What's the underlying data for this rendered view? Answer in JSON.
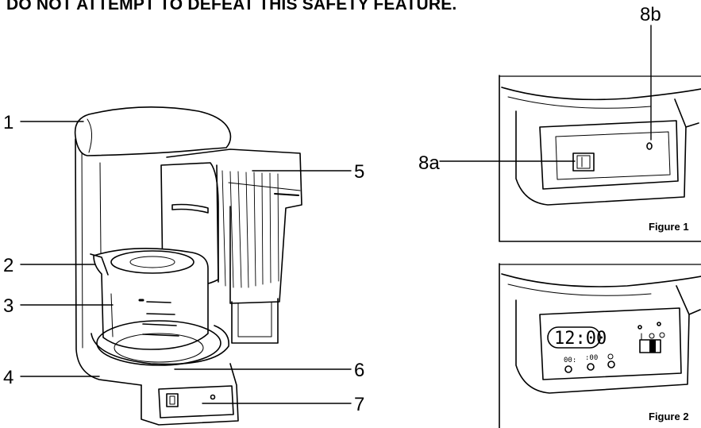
{
  "heading": "DO NOT ATTEMPT TO DEFEAT THIS SAFETY FEATURE.",
  "callouts": {
    "c1": "1",
    "c2": "2",
    "c3": "3",
    "c4": "4",
    "c5": "5",
    "c6": "6",
    "c7": "7",
    "c8a": "8a",
    "c8b": "8b"
  },
  "figures": {
    "figure1_caption": "Figure 1",
    "figure2_caption": "Figure 2",
    "clock_display": "12:00",
    "button_hour": "00:",
    "button_minute": ":00"
  }
}
